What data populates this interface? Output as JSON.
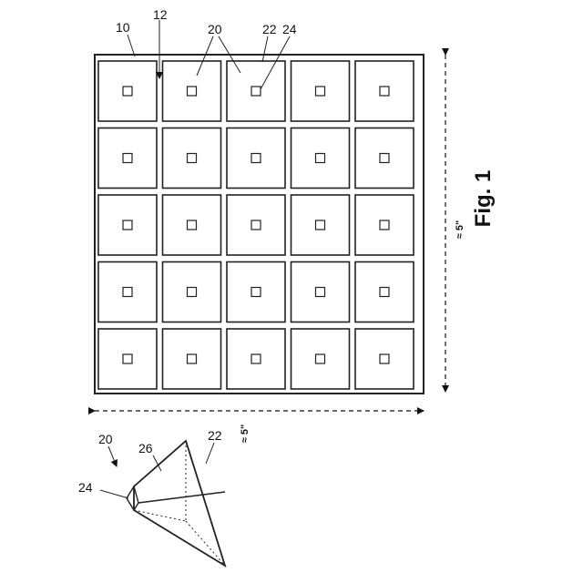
{
  "figure": {
    "caption": "Fig. 1",
    "grid": {
      "rows": 5,
      "cols": 5
    },
    "dimension_labels": {
      "vertical": "≈ 5\"",
      "horizontal": "≈ 5\""
    },
    "reference_numerals": {
      "substrate": "10",
      "gap": "12",
      "pyramid_a": "20",
      "base_edge": "22",
      "apex": "24",
      "pyramid_b": "20",
      "face": "26",
      "detail_apex": "24",
      "detail_edge": "22"
    }
  }
}
